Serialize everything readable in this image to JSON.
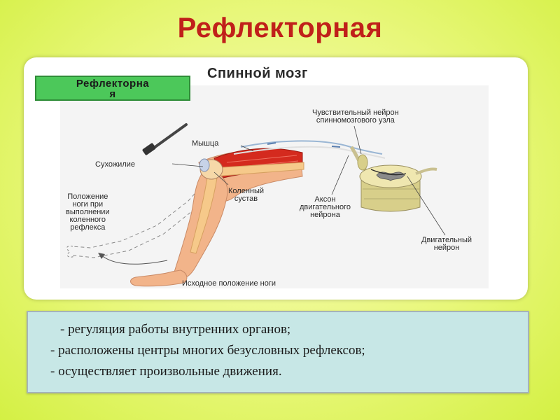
{
  "slide": {
    "title": "Рефлекторная"
  },
  "figure": {
    "badge": "Рефлекторна\nя",
    "heading": "Спинной мозг",
    "labels": {
      "sensory_neuron": "Чувствительный нейрон\nспинномозгового узла",
      "muscle": "Мышца",
      "tendon": "Сухожилие",
      "leg_position": "Положение\nноги при\nвыполнении\nколенного\nрефлекса",
      "knee_joint": "Коленный\nсустав",
      "motor_axon": "Аксон\nдвигательного\nнейрона",
      "motor_neuron": "Двигательный\nнейрон",
      "initial_position": "Исходное положение ноги"
    }
  },
  "info": {
    "lines": [
      "- регуляция работы внутренних органов;",
      "- расположены центры многих безусловных рефлексов;",
      "- осуществляет произвольные движения."
    ]
  },
  "colors": {
    "title": "#c0201a",
    "badge": "#4cc85a",
    "info_bg": "#c7e7e6",
    "muscle": "#d42a1e",
    "skin": "#f2b48a",
    "bone": "#f6c98a",
    "spinal_cord": "#d8cf8a"
  }
}
